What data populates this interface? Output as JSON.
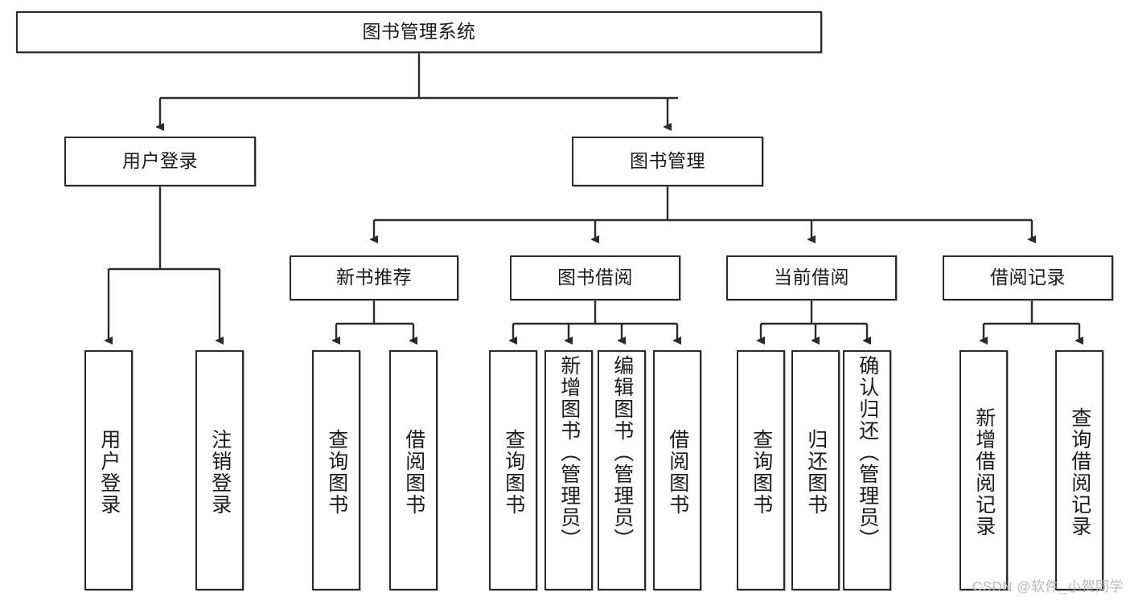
{
  "diagram": {
    "type": "tree-hierarchy-chart",
    "title": "图书管理系统",
    "watermark": "CSDN @软件_小贺同学",
    "colors": {
      "border": "#2b2b2b",
      "text": "#1a1a1a",
      "background": "#ffffff",
      "watermark": "#b8b8b8"
    },
    "nodes": {
      "root": "图书管理系统",
      "level1": [
        {
          "label": "用户登录"
        },
        {
          "label": "图书管理"
        }
      ],
      "level2": [
        {
          "label": "新书推荐"
        },
        {
          "label": "图书借阅"
        },
        {
          "label": "当前借阅"
        },
        {
          "label": "借阅记录"
        }
      ],
      "leaves": {
        "user_login": [
          {
            "label": "用户登录"
          },
          {
            "label": "注销登录"
          }
        ],
        "new_book_recommend": [
          {
            "label": "查询图书"
          },
          {
            "label": "借阅图书"
          }
        ],
        "book_borrow": [
          {
            "label": "查询图书"
          },
          {
            "label": "新增图书（管理员）"
          },
          {
            "label": "编辑图书（管理员）"
          },
          {
            "label": "借阅图书"
          }
        ],
        "current_borrow": [
          {
            "label": "查询图书"
          },
          {
            "label": "归还图书"
          },
          {
            "label": "确认归还（管理员）"
          }
        ],
        "borrow_record": [
          {
            "label": "新增借阅记录"
          },
          {
            "label": "查询借阅记录"
          }
        ]
      }
    }
  }
}
